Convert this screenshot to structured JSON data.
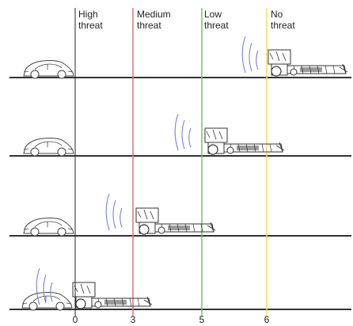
{
  "zones": [
    {
      "line1": "High",
      "line2": "threat",
      "color": "#222222"
    },
    {
      "line1": "Medium",
      "line2": "threat",
      "color": "#e0707a"
    },
    {
      "line1": "Low",
      "line2": "threat",
      "color": "#79bf79"
    },
    {
      "line1": "No",
      "line2": "threat",
      "color": "#e8e05a"
    }
  ],
  "ticks": [
    "0",
    "3",
    "5",
    "6"
  ],
  "rows": [
    {
      "scenario": "tractor-beyond-no-threat-line"
    },
    {
      "scenario": "tractor-in-low-threat-zone"
    },
    {
      "scenario": "tractor-in-medium-threat-zone"
    },
    {
      "scenario": "tractor-in-high-threat-zone"
    }
  ],
  "colors": {
    "ground": "#333333",
    "sketch": "#444444",
    "wave": "#7b7fd9"
  }
}
